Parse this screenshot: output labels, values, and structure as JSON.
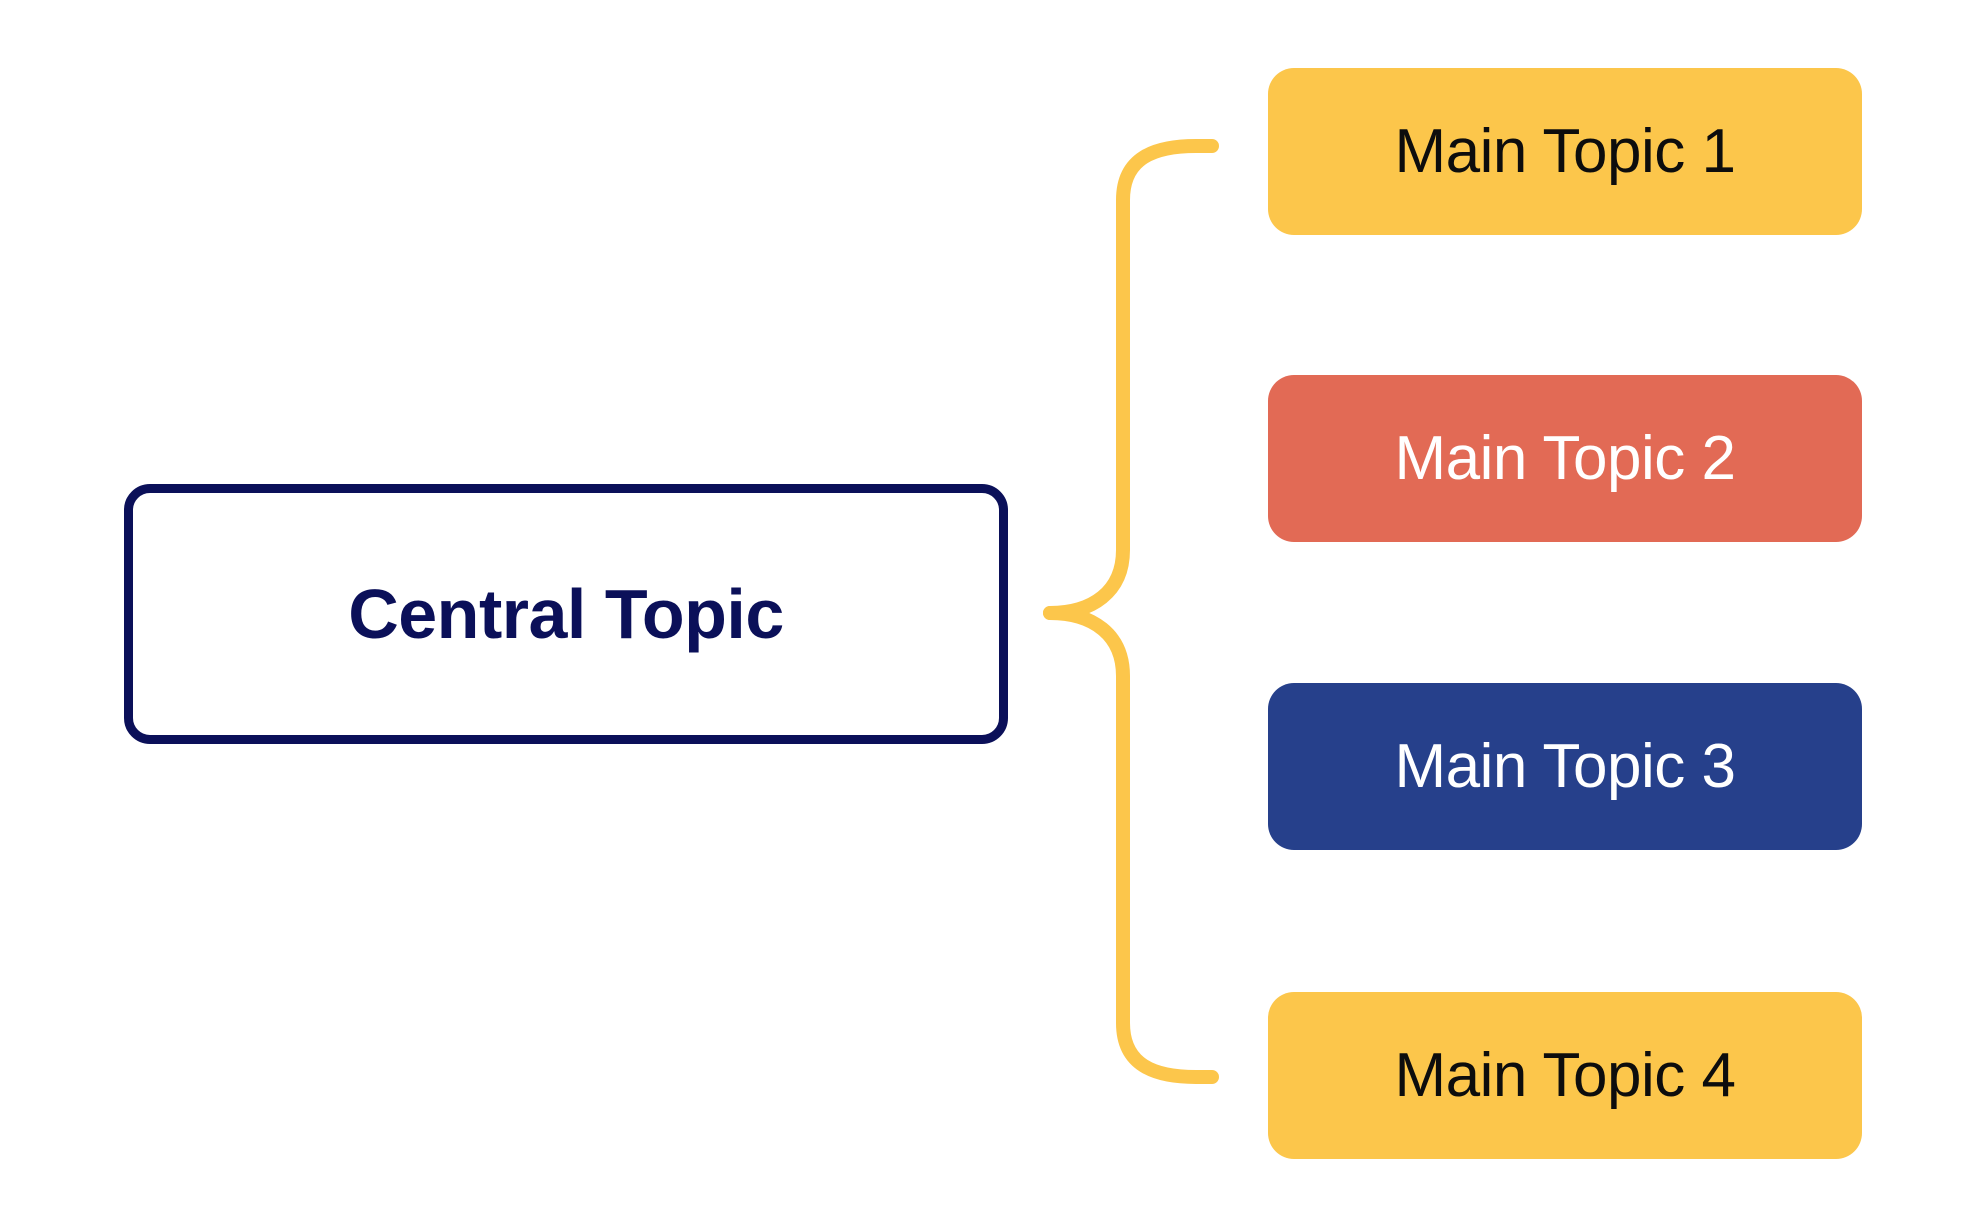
{
  "diagram": {
    "type": "mind-map",
    "background_color": "#FFFFFF",
    "orientation": "left-to-right"
  },
  "central": {
    "label": "Central Topic",
    "text_color": "#0B1059",
    "fill_color": "#FFFFFF",
    "border_color": "#0B1059"
  },
  "connector": {
    "name": "curly-brace-connector",
    "color": "#FCC64B",
    "stroke_width": 14
  },
  "branches": [
    {
      "label": "Main Topic 1",
      "fill_color": "#FCC64B",
      "text_color": "#0D0D0D"
    },
    {
      "label": "Main Topic 2",
      "fill_color": "#E26A55",
      "text_color": "#FFFFFF"
    },
    {
      "label": "Main Topic 3",
      "fill_color": "#26408B",
      "text_color": "#FFFFFF"
    },
    {
      "label": "Main Topic 4",
      "fill_color": "#FCC64B",
      "text_color": "#0D0D0D"
    }
  ]
}
